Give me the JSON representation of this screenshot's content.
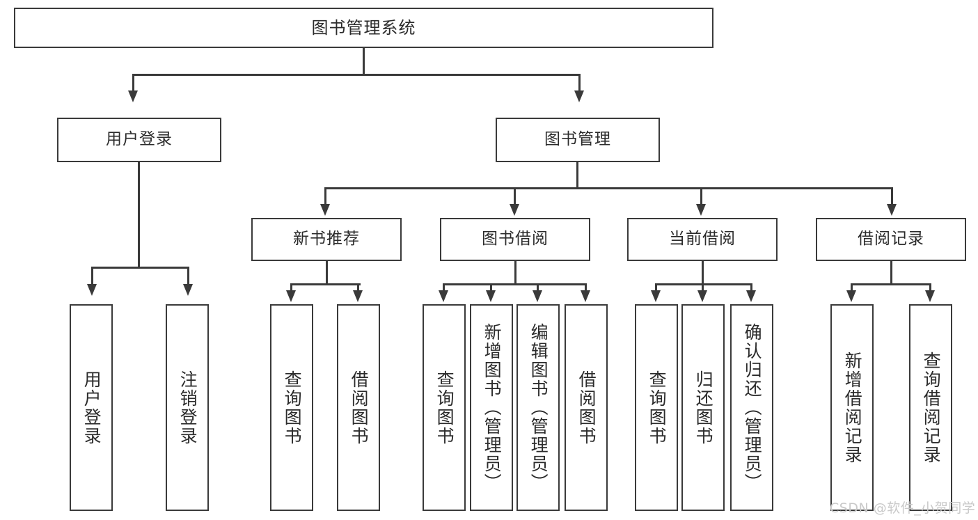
{
  "diagram": {
    "title": "图书管理系统",
    "type": "hierarchy-tree",
    "watermark": "CSDN @软件_小贺同学",
    "colors": {
      "stroke": "#3a3a3a",
      "box_fill": "#ffffff",
      "text": "#2b2b2b",
      "background": "#ffffff",
      "watermark": "#c9c9c9"
    },
    "levels": {
      "root": "图书管理系统",
      "level2": [
        "用户登录",
        "图书管理"
      ],
      "level3": [
        "新书推荐",
        "图书借阅",
        "当前借阅",
        "借阅记录"
      ]
    },
    "nodes": {
      "root": {
        "label": "图书管理系统"
      },
      "user_login": {
        "label": "用户登录"
      },
      "book_manage": {
        "label": "图书管理"
      },
      "new_book_rec": {
        "label": "新书推荐"
      },
      "book_borrow": {
        "label": "图书借阅"
      },
      "current_borrow": {
        "label": "当前借阅"
      },
      "borrow_record": {
        "label": "借阅记录"
      },
      "leaf_user_login": {
        "label": "用户登录"
      },
      "leaf_logout": {
        "label": "注销登录"
      },
      "leaf_query_book_1": {
        "label": "查询图书"
      },
      "leaf_borrow_book_1": {
        "label": "借阅图书"
      },
      "leaf_query_book_2": {
        "label": "查询图书"
      },
      "leaf_add_book_admin": {
        "label": "新增图书（管理员）"
      },
      "leaf_edit_book_admin": {
        "label": "编辑图书（管理员）"
      },
      "leaf_borrow_book_2": {
        "label": "借阅图书"
      },
      "leaf_query_book_3": {
        "label": "查询图书"
      },
      "leaf_return_book": {
        "label": "归还图书"
      },
      "leaf_confirm_return_admin": {
        "label": "确认归还（管理员）"
      },
      "leaf_add_borrow_record": {
        "label": "新增借阅记录"
      },
      "leaf_query_borrow_record": {
        "label": "查询借阅记录"
      }
    },
    "edges": [
      {
        "from": "root",
        "to": "user_login"
      },
      {
        "from": "root",
        "to": "book_manage"
      },
      {
        "from": "user_login",
        "to": "leaf_user_login"
      },
      {
        "from": "user_login",
        "to": "leaf_logout"
      },
      {
        "from": "book_manage",
        "to": "new_book_rec"
      },
      {
        "from": "book_manage",
        "to": "book_borrow"
      },
      {
        "from": "book_manage",
        "to": "current_borrow"
      },
      {
        "from": "book_manage",
        "to": "borrow_record"
      },
      {
        "from": "new_book_rec",
        "to": "leaf_query_book_1"
      },
      {
        "from": "new_book_rec",
        "to": "leaf_borrow_book_1"
      },
      {
        "from": "book_borrow",
        "to": "leaf_query_book_2"
      },
      {
        "from": "book_borrow",
        "to": "leaf_add_book_admin"
      },
      {
        "from": "book_borrow",
        "to": "leaf_edit_book_admin"
      },
      {
        "from": "book_borrow",
        "to": "leaf_borrow_book_2"
      },
      {
        "from": "current_borrow",
        "to": "leaf_query_book_3"
      },
      {
        "from": "current_borrow",
        "to": "leaf_return_book"
      },
      {
        "from": "current_borrow",
        "to": "leaf_confirm_return_admin"
      },
      {
        "from": "borrow_record",
        "to": "leaf_add_borrow_record"
      },
      {
        "from": "borrow_record",
        "to": "leaf_query_borrow_record"
      }
    ]
  }
}
